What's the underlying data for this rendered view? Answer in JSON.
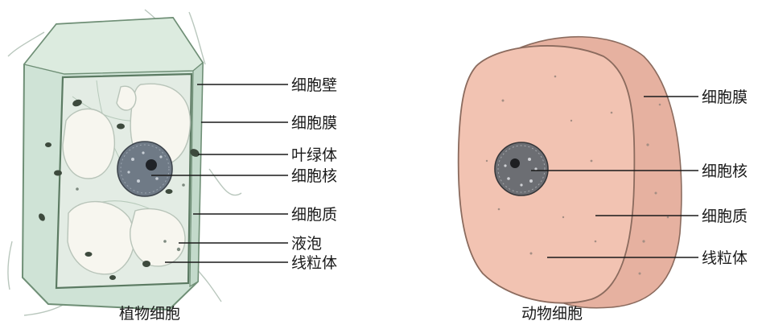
{
  "plant_cell": {
    "caption": "植物细胞",
    "labels": {
      "cell_wall": "细胞壁",
      "cell_membrane": "细胞膜",
      "chloroplast": "叶绿体",
      "nucleus": "细胞核",
      "cytoplasm": "细胞质",
      "vacuole": "液泡",
      "mitochondria": "线粒体"
    }
  },
  "animal_cell": {
    "caption": "动物细胞",
    "labels": {
      "cell_membrane": "细胞膜",
      "nucleus": "细胞核",
      "cytoplasm": "细胞质",
      "mitochondria": "线粒体"
    }
  },
  "colors": {
    "plant_wall": "#cfe3d6",
    "plant_wall_outline": "#6f8f76",
    "plant_cytoplasm": "#e3ece4",
    "vacuole": "#f7f6ef",
    "chloroplast": "#3d4a3d",
    "nucleus": "#6f7a86",
    "animal_body": "#f2c3b2",
    "animal_side": "#e6b1a0",
    "animal_outline": "#8b6b5e"
  }
}
